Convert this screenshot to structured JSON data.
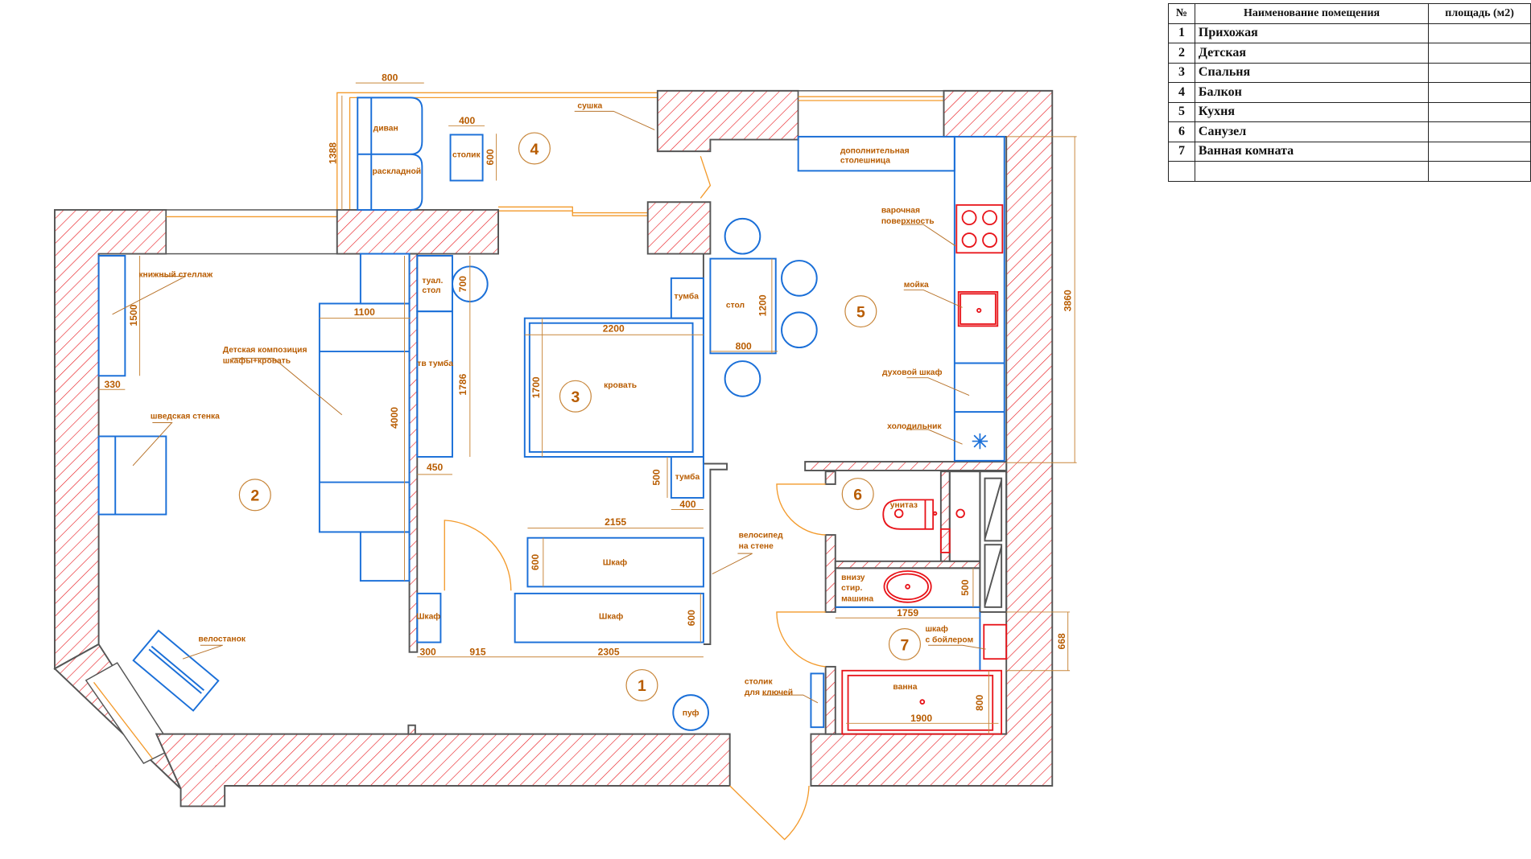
{
  "legend": {
    "headers": {
      "num": "№",
      "name": "Наименование помещения",
      "area": "площадь (м2)"
    },
    "rows": [
      {
        "num": "1",
        "name": "Прихожая",
        "area": ""
      },
      {
        "num": "2",
        "name": "Детская",
        "area": ""
      },
      {
        "num": "3",
        "name": "Спальня",
        "area": ""
      },
      {
        "num": "4",
        "name": "Балкон",
        "area": ""
      },
      {
        "num": "5",
        "name": "Кухня",
        "area": ""
      },
      {
        "num": "6",
        "name": "Санузел",
        "area": ""
      },
      {
        "num": "7",
        "name": "Ванная комната",
        "area": ""
      },
      {
        "num": "",
        "name": "",
        "area": ""
      }
    ]
  },
  "rooms": [
    "1",
    "2",
    "3",
    "4",
    "5",
    "6",
    "7"
  ],
  "labels": {
    "sofa_1": "диван",
    "sofa_2": "раскладной",
    "small_table": "столик",
    "dryer": "сушка",
    "extra_counter_1": "дополнительная",
    "extra_counter_2": "столешница",
    "hob_1": "варочная",
    "hob_2": "поверхность",
    "sink": "мойка",
    "oven": "духовой шкаф",
    "fridge": "холодильник",
    "dining_table": "стол",
    "bookshelf": "книжный стеллаж",
    "kids_combo_1": "Детская композиция",
    "kids_combo_2": "шкафы+кровать",
    "swedish_wall": "шведская стенка",
    "dressing_1": "туал.",
    "dressing_2": "стол",
    "tv_stand": "тв тумба",
    "bed": "кровать",
    "nightstand_top": "тумба",
    "nightstand_bottom": "тумба",
    "wardrobe_1": "Шкаф",
    "wardrobe_2": "Шкаф",
    "wardrobe_small": "Шкаф",
    "bike_rack_1": "велосипед",
    "bike_rack_2": "на стене",
    "bike_trainer": "велостанок",
    "pouf": "пуф",
    "key_table_1": "столик",
    "key_table_2": "для ключей",
    "toilet": "унитаз",
    "washer_1": "внизу",
    "washer_2": "стир.",
    "washer_3": "машина",
    "boiler_1": "шкаф",
    "boiler_2": "с бойлером",
    "bath": "ванна"
  },
  "dimensions": {
    "sofa_w": "800",
    "balcony_h": "1388",
    "table_w": "400",
    "table_h": "600",
    "kitchen_h": "3860",
    "dining_h": "1200",
    "dining_w": "800",
    "shelf_h": "1500",
    "shelf_w": "330",
    "combo_w": "1100",
    "combo_h": "4000",
    "dresser_d": "700",
    "tv_h": "1786",
    "tv_w": "450",
    "bed_w": "2200",
    "bed_h": "1700",
    "stand_h": "500",
    "stand_w": "400",
    "wardrobe1_w": "2155",
    "wardrobe1_d": "600",
    "wardrobe2_d": "600",
    "seg_300": "300",
    "seg_915": "915",
    "seg_2305": "2305",
    "washer_h": "500",
    "washer_w": "1759",
    "boiler_h": "668",
    "bath_w": "1900",
    "bath_h": "800"
  },
  "colors": {
    "walls_hatch": "#e8141a",
    "furniture": "#1a6fd8",
    "dimensions": "#c8863a",
    "text": "#b85c00"
  }
}
